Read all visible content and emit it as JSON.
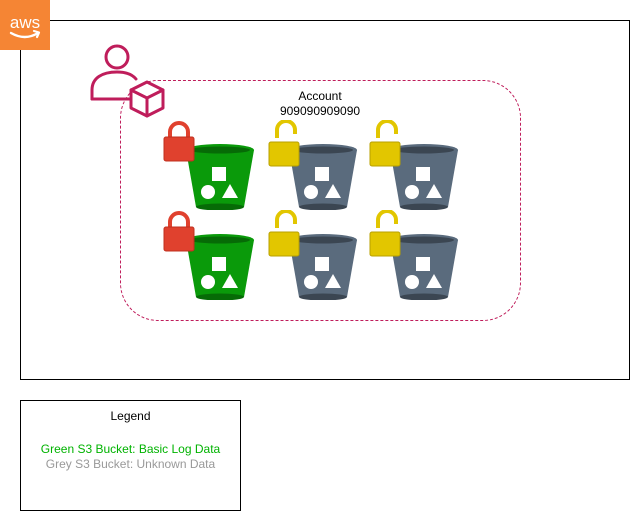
{
  "logo": {
    "text": "aws",
    "color": "#f58534"
  },
  "account": {
    "title": "Account",
    "number": "909090909090",
    "border_color": "#bf1d5b"
  },
  "user_icon": {
    "name": "user-with-package-icon",
    "color": "#bf1d5b"
  },
  "buckets": [
    {
      "name": "bucket-green-1",
      "color": "#0a9a0a",
      "lock": "closed",
      "lock_color": "#e0412e"
    },
    {
      "name": "bucket-grey-1",
      "color": "#5a6b7d",
      "lock": "open",
      "lock_color": "#e2c600"
    },
    {
      "name": "bucket-grey-2",
      "color": "#5a6b7d",
      "lock": "open",
      "lock_color": "#e2c600"
    },
    {
      "name": "bucket-green-2",
      "color": "#0a9a0a",
      "lock": "closed",
      "lock_color": "#e0412e"
    },
    {
      "name": "bucket-grey-3",
      "color": "#5a6b7d",
      "lock": "open",
      "lock_color": "#e2c600"
    },
    {
      "name": "bucket-grey-4",
      "color": "#5a6b7d",
      "lock": "open",
      "lock_color": "#e2c600"
    }
  ],
  "legend": {
    "title": "Legend",
    "green_text": "Green S3 Bucket: Basic Log Data",
    "grey_text": "Grey S3 Bucket: Unknown Data",
    "green_color": "#00b300",
    "grey_color": "#999999"
  }
}
